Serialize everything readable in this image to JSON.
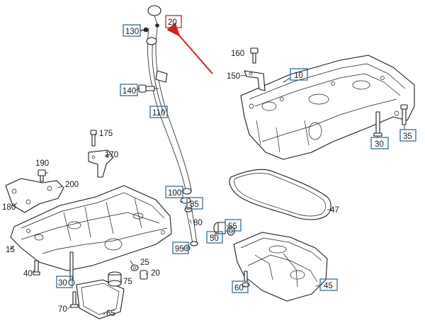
{
  "colors": {
    "box_blue": "#2f6f97",
    "highlight_red": "#d32020",
    "ink": "#1a1a1a"
  },
  "labels": {
    "l20top": "20",
    "l130": "130",
    "l140": "140",
    "l110": "110",
    "l160": "160",
    "l150": "150",
    "l10": "10",
    "l30r": "30",
    "l35": "35",
    "l175": "175",
    "l170": "170",
    "l190": "190",
    "l200": "200",
    "l180": "180",
    "l100": "100",
    "l85": "85",
    "l80": "80",
    "l55": "55",
    "l50": "50",
    "l95": "95",
    "l47": "47",
    "l15": "15",
    "l40": "40",
    "l25": "25",
    "l20b": "20",
    "l30l": "30",
    "l75": "75",
    "l70": "70",
    "l65": "65",
    "l60": "60",
    "l45": "45"
  }
}
